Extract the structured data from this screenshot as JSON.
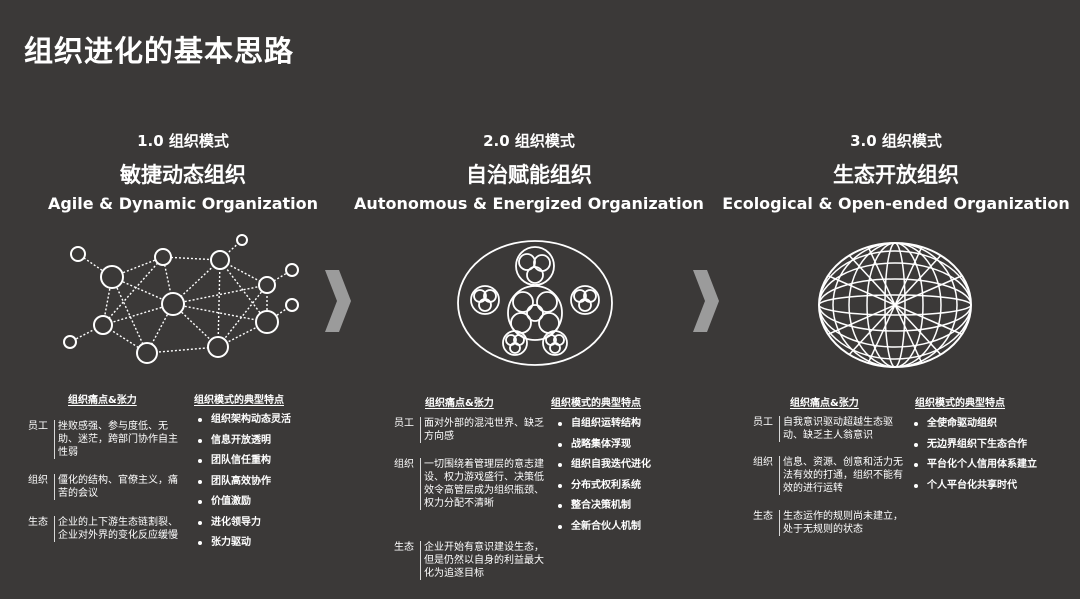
{
  "title": "组织进化的基本思路",
  "pain_title": "组织痛点&张力",
  "feature_title": "组织模式的典型特点",
  "colors": {
    "background": "#3b3938",
    "text": "#ffffff",
    "arrow": "#9b9b9b"
  },
  "icons": [
    "network-graphic",
    "nested-circles-graphic",
    "wire-globe-graphic",
    "chevron-arrow-icon"
  ],
  "columns": [
    {
      "mode": "1.0 组织模式",
      "cn_name": "敏捷动态组织",
      "en_name": "Agile & Dynamic Organization",
      "pains": [
        {
          "label": "员工",
          "text": "挫败感强、参与度低、无助、迷茫，跨部门协作自主性弱"
        },
        {
          "label": "组织",
          "text": "僵化的结构、官僚主义，痛苦的会议"
        },
        {
          "label": "生态",
          "text": "企业的上下游生态链割裂、企业对外界的变化反应缓慢"
        }
      ],
      "features": [
        "组织架构动态灵活",
        "信息开放透明",
        "团队信任重构",
        "团队高效协作",
        "价值激励",
        "进化领导力",
        "张力驱动"
      ]
    },
    {
      "mode": "2.0 组织模式",
      "cn_name": "自治赋能组织",
      "en_name": "Autonomous & Energized Organization",
      "pains": [
        {
          "label": "员工",
          "text": "面对外部的混沌世界、缺乏方向感"
        },
        {
          "label": "组织",
          "text": "一切围绕着管理层的意志建设、权力游戏盛行、决策低效令高管层成为组织瓶颈、权力分配不清晰"
        },
        {
          "label": "生态",
          "text": "企业开始有意识建设生态，但是仍然以自身的利益最大化为追逐目标"
        }
      ],
      "features": [
        "自组织运转结构",
        "战略集体浮现",
        "组织自我迭代进化",
        "分布式权利系统",
        "整合决策机制",
        "全新合伙人机制"
      ]
    },
    {
      "mode": "3.0 组织模式",
      "cn_name": "生态开放组织",
      "en_name": "Ecological & Open-ended Organization",
      "pains": [
        {
          "label": "员工",
          "text": "自我意识驱动超越生态驱动、缺乏主人翁意识"
        },
        {
          "label": "组织",
          "text": "信息、资源、创意和活力无法有效的打通，组织不能有效的进行运转"
        },
        {
          "label": "生态",
          "text": "生态运作的规则尚未建立，处于无规则的状态"
        }
      ],
      "features": [
        "全使命驱动组织",
        "无边界组织下生态合作",
        "平台化个人信用体系建立",
        "个人平台化共享时代"
      ]
    }
  ]
}
